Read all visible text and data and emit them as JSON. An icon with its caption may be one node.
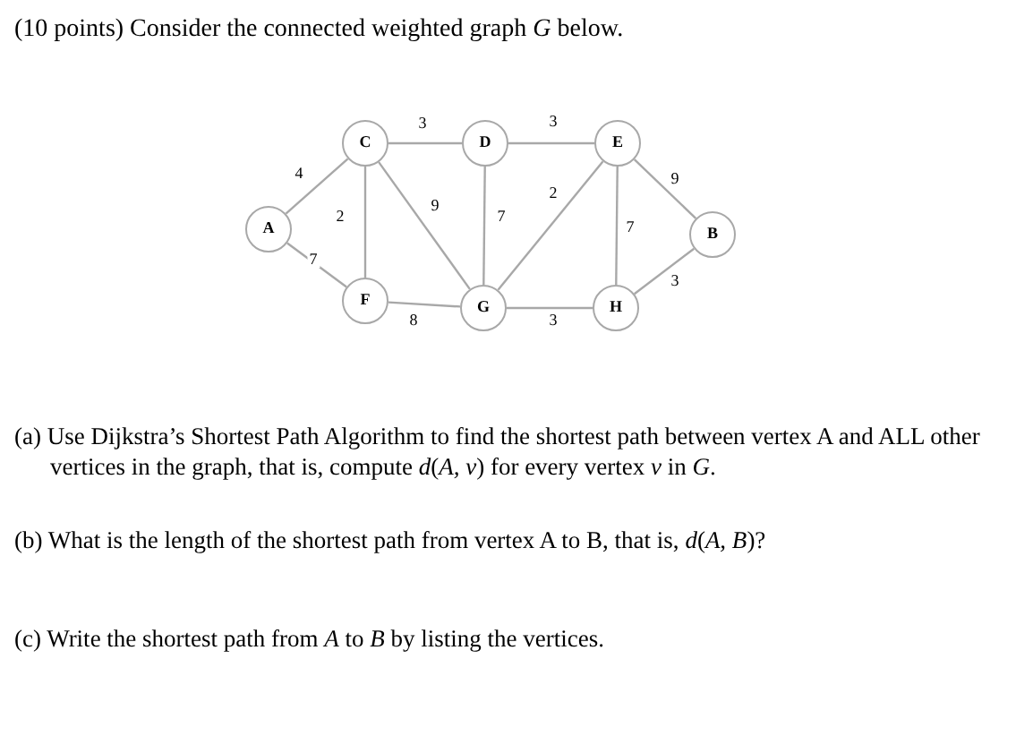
{
  "diagram": {
    "title": "(10 points) Consider the connected weighted graph *G* below.",
    "nodes": [
      {
        "text": [
          "A"
        ]
      },
      {
        "text": [
          "C"
        ]
      },
      {
        "text": [
          "D"
        ]
      },
      {
        "text": [
          "E"
        ]
      },
      {
        "text": [
          "B"
        ]
      },
      {
        "text": [
          "F"
        ]
      },
      {
        "text": [
          "G"
        ]
      },
      {
        "text": [
          "H"
        ]
      }
    ],
    "edges": [
      {
        "from": 0,
        "to": 1,
        "arrow": "none",
        "label": "4"
      },
      {
        "from": 0,
        "to": 5,
        "arrow": "none",
        "label": "7"
      },
      {
        "from": 1,
        "to": 2,
        "arrow": "none",
        "label": "3"
      },
      {
        "from": 1,
        "to": 5,
        "arrow": "none",
        "label": "2"
      },
      {
        "from": 1,
        "to": 6,
        "arrow": "none",
        "label": "9"
      },
      {
        "from": 2,
        "to": 3,
        "arrow": "none",
        "label": "3"
      },
      {
        "from": 2,
        "to": 6,
        "arrow": "none",
        "label": "7"
      },
      {
        "from": 3,
        "to": 6,
        "arrow": "none",
        "label": "2"
      },
      {
        "from": 3,
        "to": 7,
        "arrow": "none",
        "label": "7"
      },
      {
        "from": 3,
        "to": 4,
        "arrow": "none",
        "label": "9"
      },
      {
        "from": 5,
        "to": 6,
        "arrow": "none",
        "label": "8"
      },
      {
        "from": 6,
        "to": 7,
        "arrow": "none",
        "label": "3"
      },
      {
        "from": 7,
        "to": 4,
        "arrow": "none",
        "label": "3"
      }
    ],
    "labels": [
      "(a) Use Dijkstra’s Shortest Path Algorithm to find the shortest path between vertex A and ALL other vertices in the graph, that is, compute *d*(*A, v*) for every vertex *v* in *G*.",
      "(b) What is the length of the shortest path from vertex A to B, that is, *d*(*A, B*)?",
      "(c) Write the shortest path from *A* to *B* by listing the vertices."
    ]
  }
}
